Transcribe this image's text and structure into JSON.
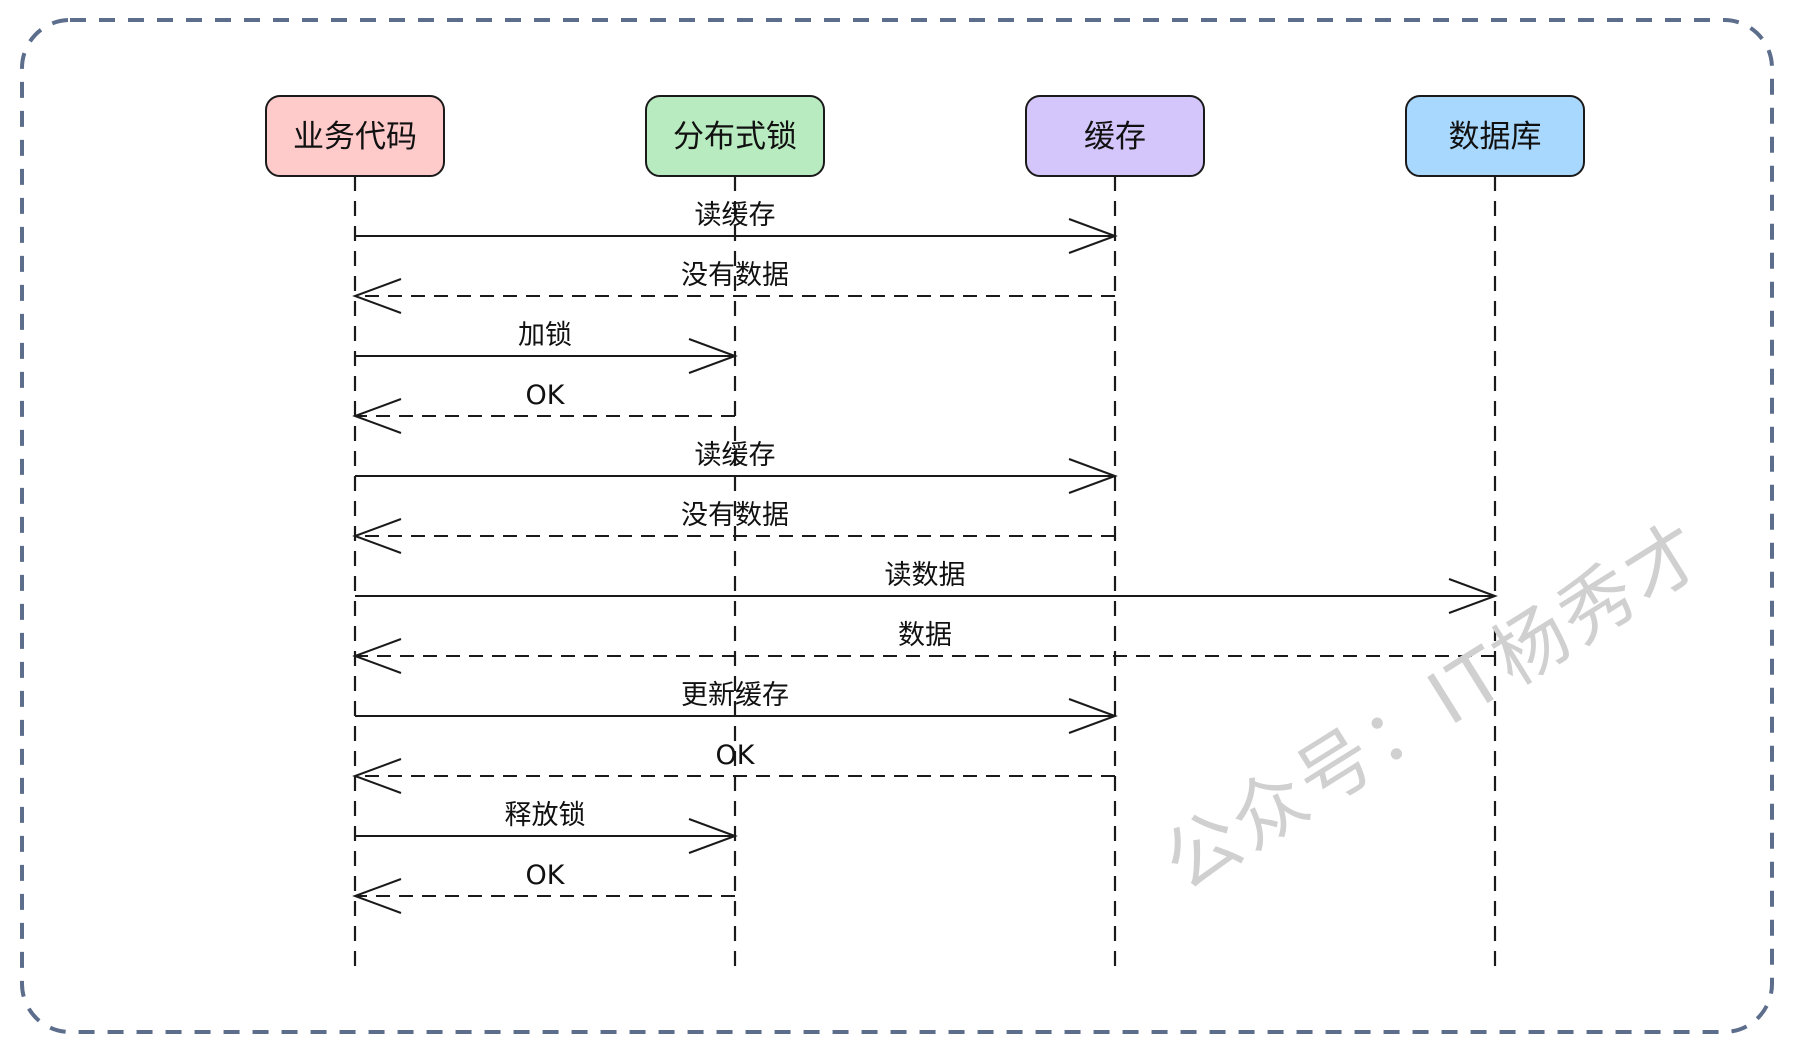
{
  "participants": [
    {
      "id": "biz",
      "label": "业务代码",
      "fill": "#fecaca"
    },
    {
      "id": "lock",
      "label": "分布式锁",
      "fill": "#b9ebc0"
    },
    {
      "id": "cache",
      "label": "缓存",
      "fill": "#d4c6fb"
    },
    {
      "id": "db",
      "label": "数据库",
      "fill": "#a8d8fd"
    }
  ],
  "messages": [
    {
      "from": "biz",
      "to": "cache",
      "label": "读缓存",
      "dashed": false
    },
    {
      "from": "cache",
      "to": "biz",
      "label": "没有数据",
      "dashed": true
    },
    {
      "from": "biz",
      "to": "lock",
      "label": "加锁",
      "dashed": false
    },
    {
      "from": "lock",
      "to": "biz",
      "label": "OK",
      "dashed": true
    },
    {
      "from": "biz",
      "to": "cache",
      "label": "读缓存",
      "dashed": false
    },
    {
      "from": "cache",
      "to": "biz",
      "label": "没有数据",
      "dashed": true
    },
    {
      "from": "biz",
      "to": "db",
      "label": "读数据",
      "dashed": false
    },
    {
      "from": "db",
      "to": "biz",
      "label": "数据",
      "dashed": true
    },
    {
      "from": "biz",
      "to": "cache",
      "label": "更新缓存",
      "dashed": false
    },
    {
      "from": "cache",
      "to": "biz",
      "label": "OK",
      "dashed": true
    },
    {
      "from": "biz",
      "to": "lock",
      "label": "释放锁",
      "dashed": false
    },
    {
      "from": "lock",
      "to": "biz",
      "label": "OK",
      "dashed": true
    }
  ],
  "watermark": "公众号：IT杨秀才",
  "colors": {
    "frame": "#5c6e8c",
    "line": "#1a1a1a",
    "box_border": "#1a1a1a",
    "watermark": "#d0d0d0"
  }
}
